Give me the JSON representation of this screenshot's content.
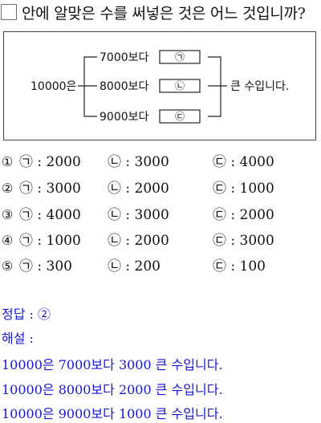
{
  "question": {
    "text": "안에 알맞은 수를 써넣은 것은 어느 것입니까?"
  },
  "figure": {
    "left_label": "10000은",
    "rows": [
      {
        "label": "7000보다",
        "box_symbol": "㉠"
      },
      {
        "label": "8000보다",
        "box_symbol": "㉡"
      },
      {
        "label": "9000보다",
        "box_symbol": "㉢"
      }
    ],
    "right_label": "큰 수입니다."
  },
  "options": [
    {
      "num": "①",
      "a": "㉠ : 2000",
      "b": "㉡ : 3000",
      "c": "㉢ : 4000"
    },
    {
      "num": "②",
      "a": "㉠ : 3000",
      "b": "㉡ : 2000",
      "c": "㉢ : 1000"
    },
    {
      "num": "③",
      "a": "㉠ : 4000",
      "b": "㉡ : 3000",
      "c": "㉢ : 2000"
    },
    {
      "num": "④",
      "a": "㉠ : 1000",
      "b": "㉡ : 2000",
      "c": "㉢ : 3000"
    },
    {
      "num": "⑤",
      "a": "㉠ : 300",
      "b": "㉡ : 200",
      "c": "㉢ : 100"
    }
  ],
  "answer": {
    "label": "정답 : ②",
    "explanation_label": "해설 :",
    "lines": [
      "10000은 7000보다 3000 큰 수입니다.",
      "10000은 8000보다 2000 큰 수입니다.",
      "10000은 9000보다 1000 큰 수입니다."
    ]
  },
  "colors": {
    "answer_text": "#1717d4",
    "border": "#444444"
  }
}
